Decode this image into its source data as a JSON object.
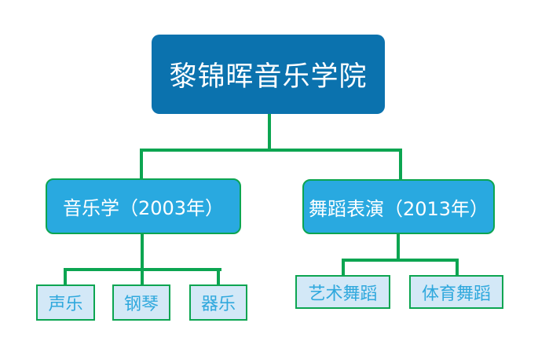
{
  "chart": {
    "root": {
      "label": "黎锦晖音乐学院"
    },
    "branches": [
      {
        "label": "音乐学（2003年）",
        "children": [
          "声乐",
          "钢琴",
          "器乐"
        ]
      },
      {
        "label": "舞蹈表演（2013年）",
        "children": [
          "艺术舞蹈",
          "体育舞蹈"
        ]
      }
    ],
    "colors": {
      "root_fill": "#0b72ae",
      "branch_fill": "#29a9e0",
      "leaf_fill": "#d3e8f7",
      "leaf_text": "#2fa8dd",
      "connector": "#0ca551",
      "text_on_blue": "#ffffff"
    }
  }
}
